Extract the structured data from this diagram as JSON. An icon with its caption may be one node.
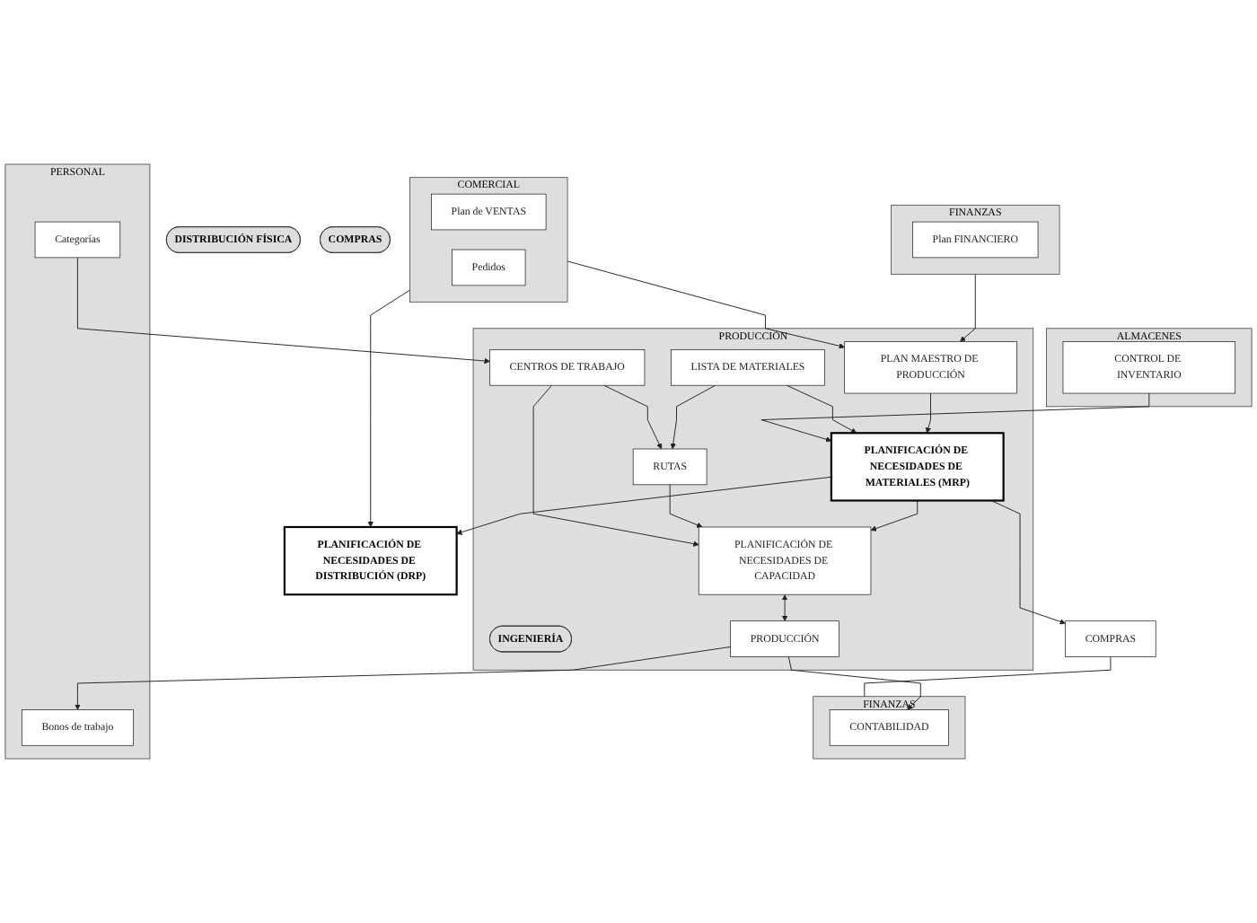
{
  "diagram": {
    "nodes": [
      {
        "text": [
          "FINANZAS"
        ]
      },
      {
        "text": [
          "Plan FINANCIERO"
        ],
        "in": 0
      },
      {
        "text": [
          "COMERCIAL"
        ]
      },
      {
        "text": [
          "Plan de VENTAS"
        ],
        "in": 2
      },
      {
        "text": [
          "Pedidos"
        ],
        "in": 2
      },
      {
        "text": [
          "PRODUCCIÓN"
        ]
      },
      {
        "text": [
          "PLAN MAESTRO DE PRODUCCIÓN"
        ],
        "in": 5
      },
      {
        "text": [
          "PLANIFICACIÓN DE NECESIDADES DE MATERIALES (MRP)"
        ],
        "in": 5
      },
      {
        "text": [
          "INGENIERÍA"
        ],
        "in": 5
      },
      {
        "text": [
          "LISTA DE MATERIALES"
        ],
        "in": 5
      },
      {
        "text": [
          "ALMACENES"
        ]
      },
      {
        "text": [
          "CONTROL DE INVENTARIO"
        ],
        "in": 10
      },
      {
        "text": [
          "RUTAS"
        ],
        "in": 5
      },
      {
        "text": [
          "PLANIFICACIÓN DE NECESIDADES DE CAPACIDAD"
        ],
        "in": 5
      },
      {
        "text": [
          "PLANIFICACIÓN DE NECESIDADES DE DISTRIBUCIÓN (DRP)"
        ]
      },
      {
        "text": [
          "CENTROS DE TRABAJO"
        ],
        "in": 5
      },
      {
        "text": [
          "DISTRIBUCIÓN FÍSICA"
        ]
      },
      {
        "text": [
          "PRODUCCIÓN"
        ],
        "in": 5
      },
      {
        "text": [
          "COMPRAS"
        ]
      },
      {
        "text": [
          "PERSONAL"
        ]
      },
      {
        "text": [
          "Categorías"
        ],
        "in": 19
      },
      {
        "text": [
          "Bonos de trabajo"
        ],
        "in": 19
      },
      {
        "text": [
          "COMPRAS"
        ]
      },
      {
        "text": [
          "FINANZAS"
        ]
      },
      {
        "text": [
          "CONTABILIDAD"
        ],
        "in": 23
      }
    ],
    "edges": [
      {
        "from": 0,
        "to": 6,
        "arrow": "to"
      },
      {
        "from": 2,
        "to": 6,
        "arrow": "to"
      },
      {
        "from": 2,
        "to": 14,
        "arrow": "to"
      },
      {
        "from": 6,
        "to": 7,
        "arrow": "to"
      },
      {
        "from": 9,
        "to": 7,
        "arrow": "to"
      },
      {
        "from": 11,
        "to": 7,
        "arrow": "to"
      },
      {
        "from": 9,
        "to": 12,
        "arrow": "to"
      },
      {
        "from": 7,
        "to": 13,
        "arrow": "to"
      },
      {
        "from": 7,
        "to": 14,
        "arrow": "to"
      },
      {
        "from": 7,
        "to": 18,
        "arrow": "to"
      },
      {
        "from": 15,
        "to": 12,
        "arrow": "to"
      },
      {
        "from": 12,
        "to": 13,
        "arrow": "to"
      },
      {
        "from": 15,
        "to": 13,
        "arrow": "to"
      },
      {
        "from": 20,
        "to": 15,
        "arrow": "to"
      },
      {
        "from": 13,
        "to": 17,
        "arrow": "both"
      },
      {
        "from": 17,
        "to": 21,
        "arrow": "to"
      },
      {
        "from": 17,
        "to": 24,
        "arrow": "to"
      },
      {
        "from": 18,
        "to": 23,
        "arrow": "none"
      }
    ]
  }
}
